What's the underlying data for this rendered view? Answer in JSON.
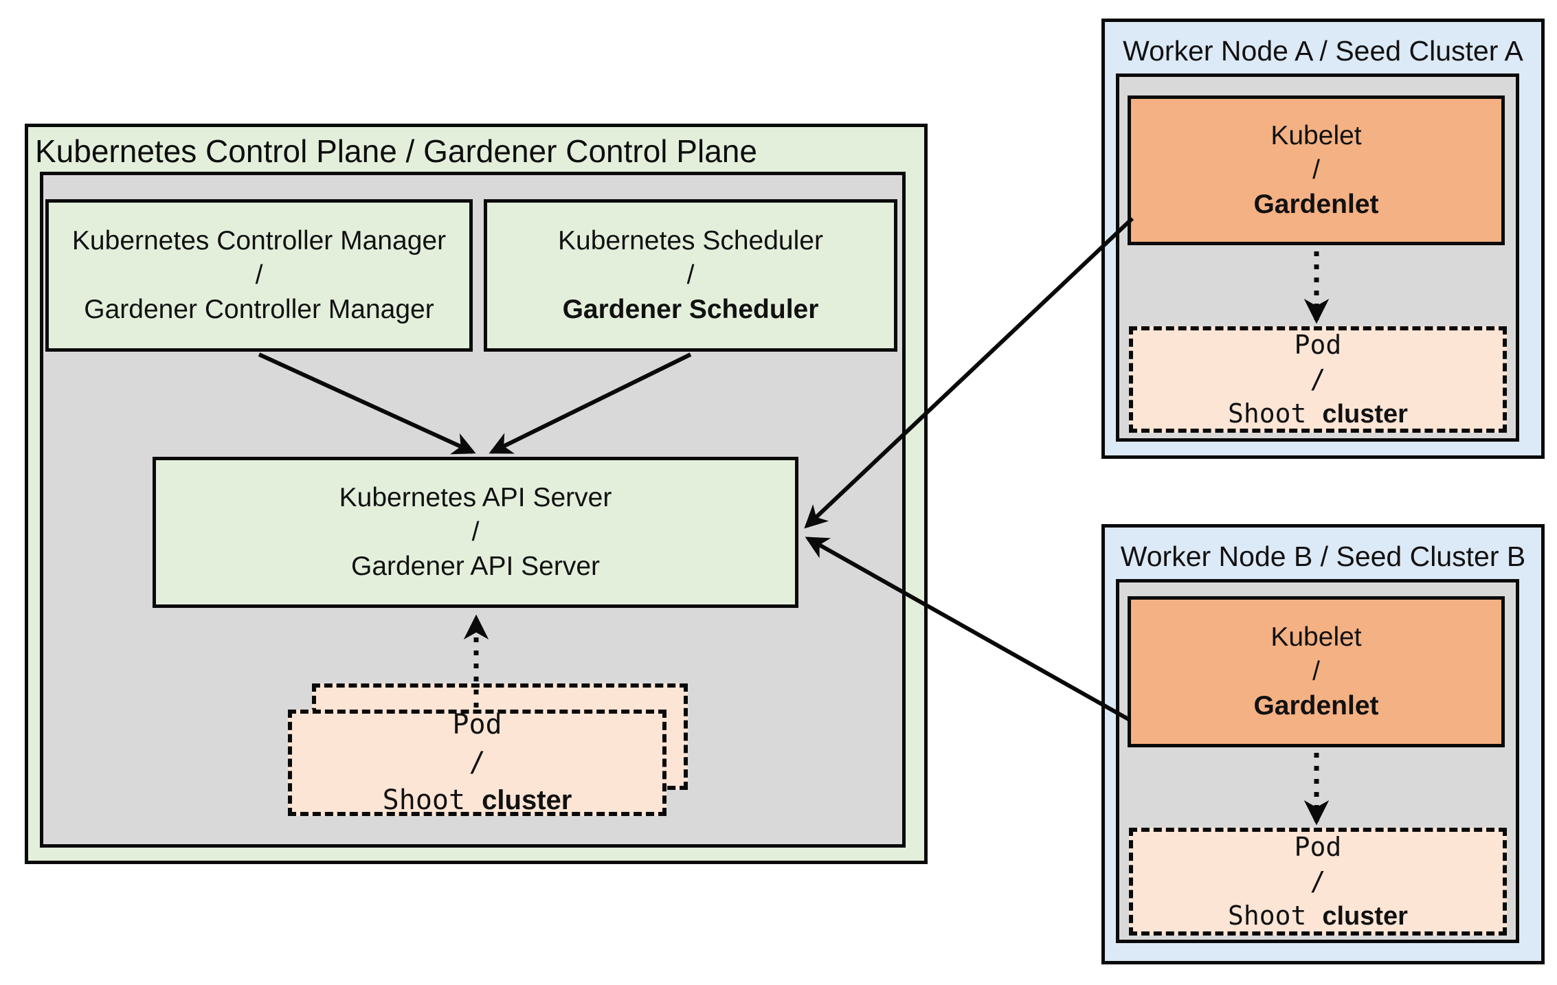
{
  "control_plane": {
    "title": "Kubernetes Control Plane / Gardener Control Plane",
    "controller_manager": {
      "line1": "Kubernetes Controller Manager",
      "separator": "/",
      "line3": "Gardener Controller Manager"
    },
    "scheduler": {
      "line1": "Kubernetes Scheduler",
      "separator": "/",
      "line3": "Gardener Scheduler"
    },
    "api_server": {
      "line1": "Kubernetes API Server",
      "separator": "/",
      "line3": "Gardener API Server"
    },
    "pod_stack": {
      "line1": "Pod",
      "separator": "/",
      "line3_code": "Shoot ",
      "line3_text": "cluster"
    }
  },
  "workers": [
    {
      "title": "Worker Node A / Seed Cluster A",
      "kubelet": {
        "line1": "Kubelet",
        "separator": "/",
        "line3": "Gardenlet"
      },
      "pod": {
        "line1": "Pod",
        "separator": "/",
        "line3_code": "Shoot ",
        "line3_text": "cluster"
      }
    },
    {
      "title": "Worker Node B / Seed Cluster B",
      "kubelet": {
        "line1": "Kubelet",
        "separator": "/",
        "line3": "Gardenlet"
      },
      "pod": {
        "line1": "Pod",
        "separator": "/",
        "line3_code": "Shoot ",
        "line3_text": "cluster"
      }
    }
  ],
  "colors": {
    "control_plane_fill": "#e3efdb",
    "panel_fill": "#d9d9d9",
    "worker_fill": "#dce9f6",
    "kubelet_fill": "#f4b183",
    "pod_fill": "#fce5d5",
    "line": "#0a0a0a"
  }
}
